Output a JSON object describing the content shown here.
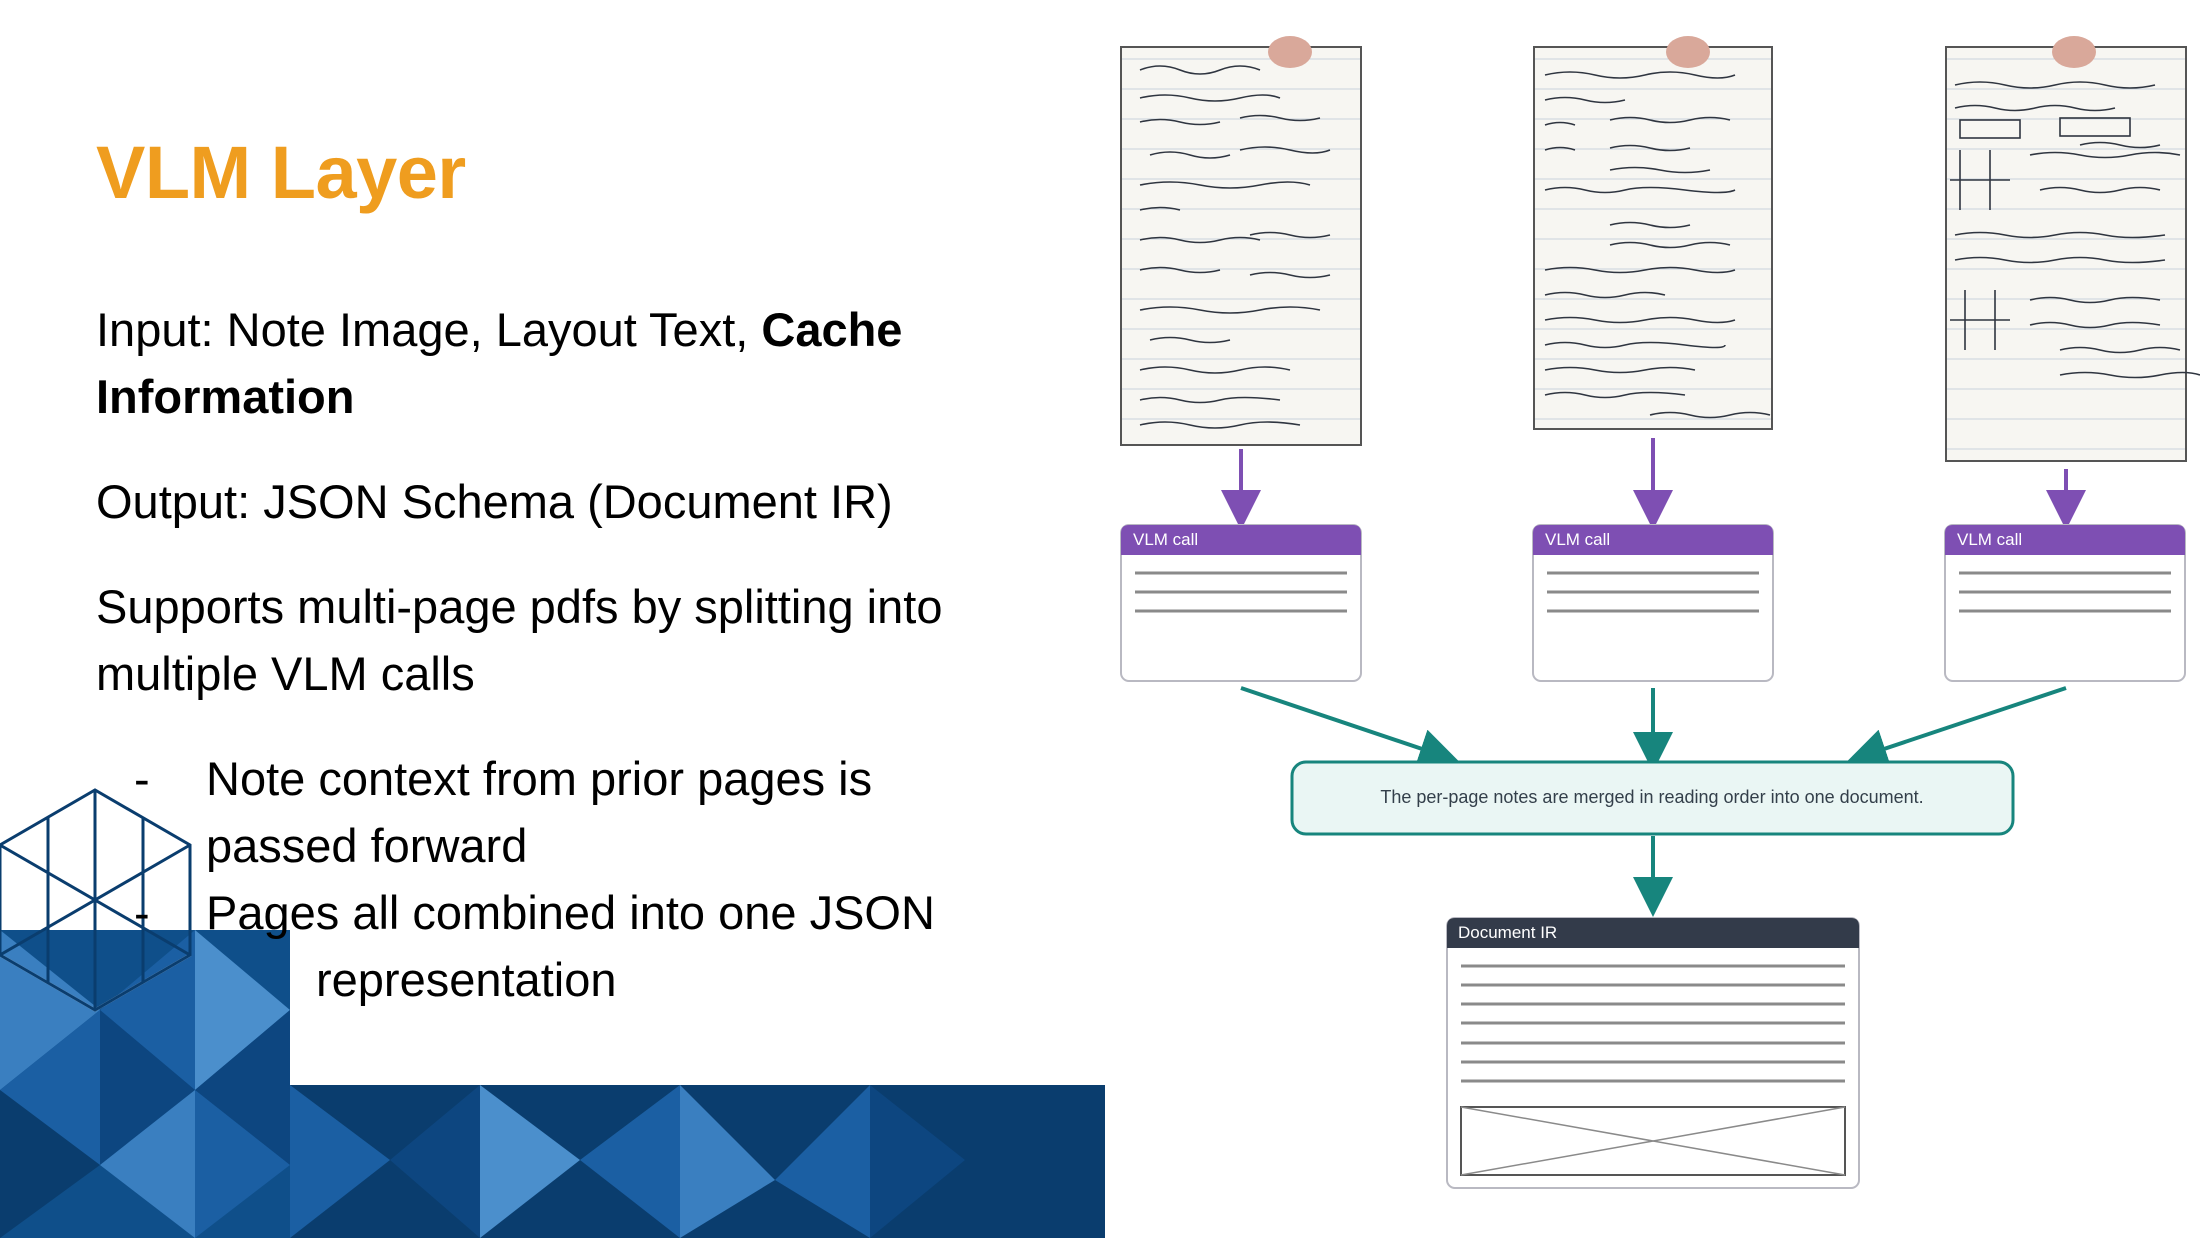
{
  "slide": {
    "title": "VLM Layer",
    "input_prefix": "Input: Note Image, Layout Text, ",
    "input_bold": "Cache Information",
    "output": "Output: JSON Schema (Document IR)",
    "supports_line1": "Supports multi-page pdfs by splitting into",
    "supports_line2": "multiple VLM calls",
    "sub_bullets": [
      {
        "dash": "-",
        "line1": "Note context from prior pages is",
        "line2": "passed forward"
      },
      {
        "dash": "-",
        "line1": "Pages all combined into one JSON",
        "line2": "representation"
      }
    ]
  },
  "diagram": {
    "vlm_call_label": "VLM call",
    "merge_text": "The per-page notes are merged in reading order into one document.",
    "document_label": "Document IR",
    "page_images": [
      {
        "name": "notebook-page-1"
      },
      {
        "name": "notebook-page-2"
      },
      {
        "name": "notebook-page-3"
      }
    ]
  },
  "colors": {
    "title": "#ef9d1f",
    "vlm_header": "#7e4fb3",
    "arrow_purple": "#7e4fb3",
    "arrow_teal": "#17857d",
    "merge_border": "#17857d",
    "merge_fill": "#eaf6f4",
    "document_header": "#333b4a",
    "deco_dark": "#0a3d6e",
    "deco_mid": "#1b5fa3",
    "deco_light": "#3a7fc0"
  }
}
